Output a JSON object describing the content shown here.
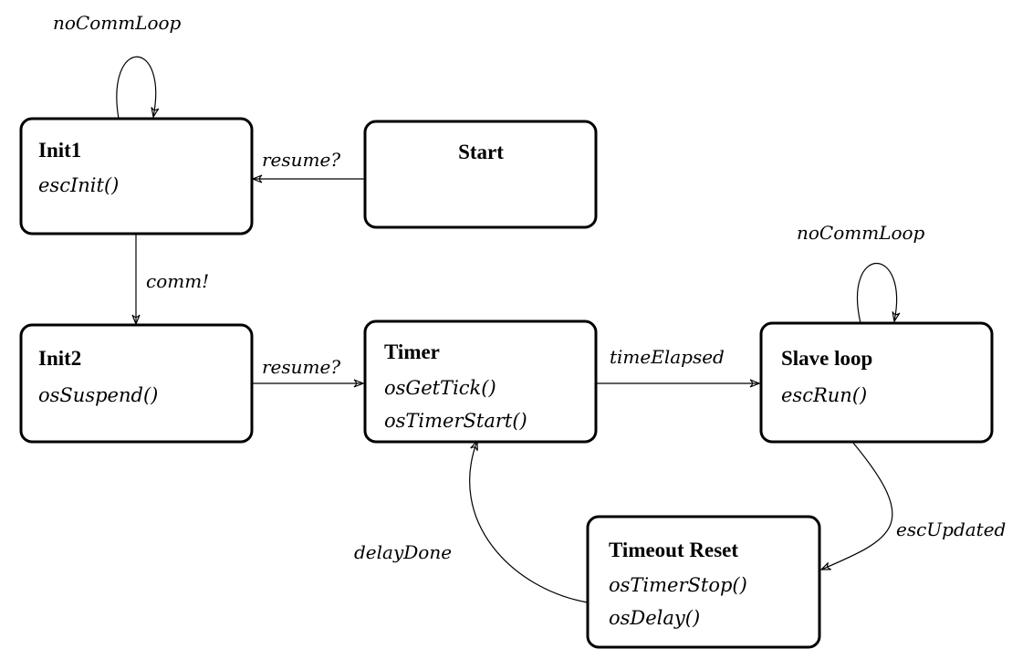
{
  "states": {
    "init1": {
      "title": "Init1",
      "actions": [
        "escInit()"
      ]
    },
    "start": {
      "title": "Start",
      "actions": []
    },
    "init2": {
      "title": "Init2",
      "actions": [
        "osSuspend()"
      ]
    },
    "timer": {
      "title": "Timer",
      "actions": [
        "osGetTick()",
        "osTimerStart()"
      ]
    },
    "slave": {
      "title": "Slave loop",
      "actions": [
        "escRun()"
      ]
    },
    "timeout": {
      "title": "Timeout Reset",
      "actions": [
        "osTimerStop()",
        "osDelay()"
      ]
    }
  },
  "transitions": {
    "init1_loop": "noCommLoop",
    "start_to_init1": "resume?",
    "init1_to_init2": "comm!",
    "init2_to_timer": "resume?",
    "timer_to_slave": "timeElapsed",
    "slave_loop": "noCommLoop",
    "slave_to_timeout": "escUpdated",
    "timeout_to_timer": "delayDone"
  }
}
